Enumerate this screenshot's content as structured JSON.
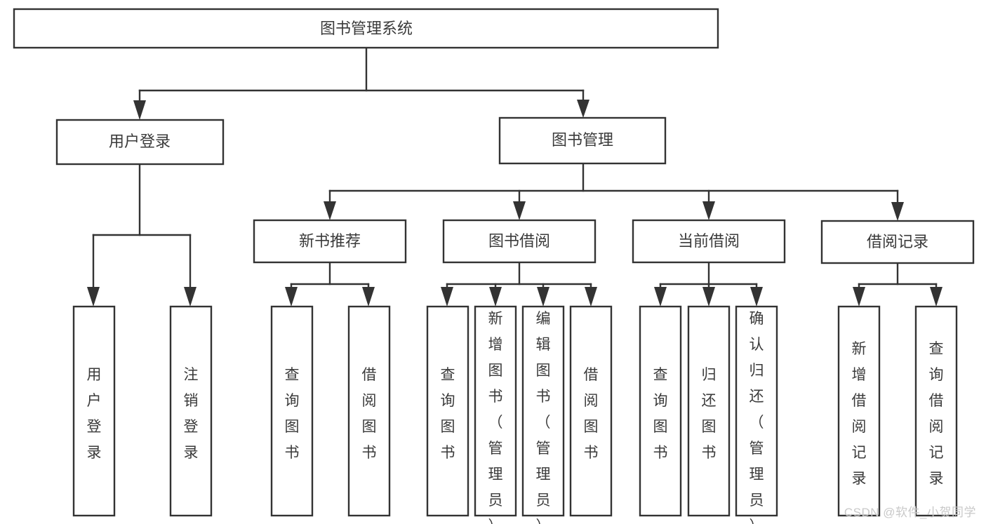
{
  "diagram": {
    "type": "tree",
    "title": "图书管理系统",
    "orientation": "top-down",
    "colors": {
      "box_fill": "#ffffff",
      "box_stroke": "#333333",
      "text": "#3a3a3a",
      "background": "#ffffff",
      "watermark": "#c9c9c9"
    }
  },
  "root": {
    "label": "图书管理系统"
  },
  "level2": [
    {
      "label": "用户登录"
    },
    {
      "label": "图书管理"
    }
  ],
  "level3": [
    {
      "label": "新书推荐"
    },
    {
      "label": "图书借阅"
    },
    {
      "label": "当前借阅"
    },
    {
      "label": "借阅记录"
    }
  ],
  "leaves": {
    "user_login": [
      {
        "label": "用户登录"
      },
      {
        "label": "注销登录"
      }
    ],
    "new_book_recommend": [
      {
        "label": "查询图书"
      },
      {
        "label": "借阅图书"
      }
    ],
    "book_borrow": [
      {
        "label": "查询图书"
      },
      {
        "label": "新增图书（管理员）"
      },
      {
        "label": "编辑图书（管理员）"
      },
      {
        "label": "借阅图书"
      }
    ],
    "current_borrow": [
      {
        "label": "查询图书"
      },
      {
        "label": "归还图书"
      },
      {
        "label": "确认归还（管理员）"
      }
    ],
    "borrow_record": [
      {
        "label": "新增借阅记录"
      },
      {
        "label": "查询借阅记录"
      }
    ]
  },
  "watermark": {
    "text": "CSDN @软件_小贺同学"
  }
}
